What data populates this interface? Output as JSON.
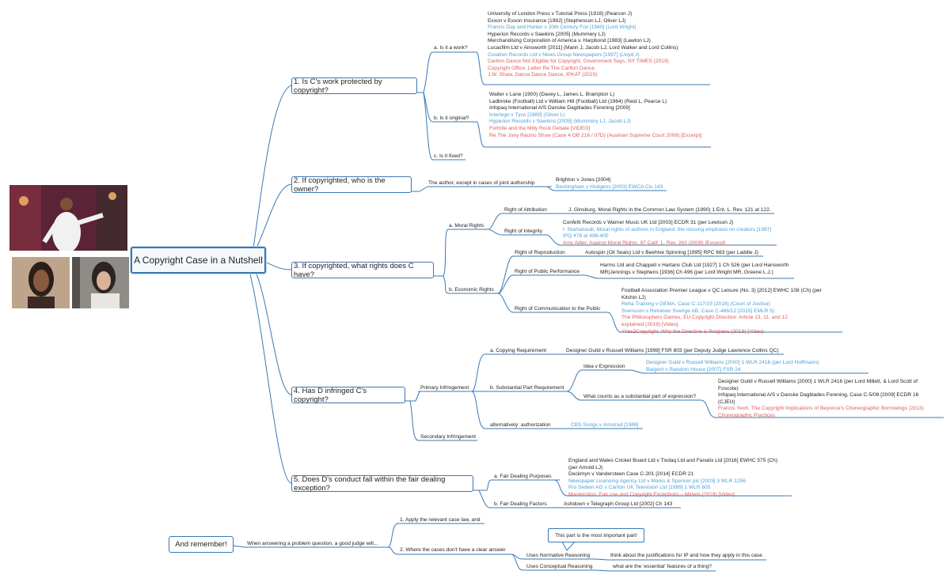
{
  "root": {
    "title": "A Copyright Case in a Nutshell"
  },
  "questions": {
    "q1": "1. Is C's work protected by copyright?",
    "q2": "2. If copyrighted, who is the owner?",
    "q3": "3. If copyrighted, what rights does C have?",
    "q4": "4. Has D infringed C's copyright?",
    "q5": "5. Does D's conduct fall within the fair dealing exception?",
    "remember": "And remember!"
  },
  "q1": {
    "a": "a. Is it a work?",
    "b": "b. Is it original?",
    "c": "c. Is it fixed?",
    "work_cases": [
      {
        "text": "University of London Press v Tutorial Press [1916] (Pearson J)",
        "color": "k"
      },
      {
        "text": "Exxon v Exxon Insurance [1982] (Stephenson LJ, Oliver LJ)",
        "color": "k"
      },
      {
        "text": "Francis Day and Hunter v 20th Century Fox [1940] (Lord Wright)",
        "color": "b"
      },
      {
        "text": "Hyperion Records v Sawkins [2005] (Mummery LJ)",
        "color": "k"
      },
      {
        "text": "Merchandising Corporation of America v. Harpbond [1983] (Lawton LJ)",
        "color": "k"
      },
      {
        "text": "Lucasfilm Ltd v Ainsworth [2011] (Mann J, Jacob LJ, Lord Walker and Lord Collins)",
        "color": "k"
      },
      {
        "text": "Creation Records Ltd v News Group Newspapers [1997] (Lloyd J)",
        "color": "b"
      },
      {
        "text": "Carlton Dance Not Eligible for Copyright, Government Says, NY TIMES (2019)",
        "color": "r"
      },
      {
        "text": "Copyright Office, Letter Re The Carlton Dance",
        "color": "r"
      },
      {
        "text": "J.W. Shaw, Dance Dance Dance, IPKAT (2019)",
        "color": "r"
      }
    ],
    "original_cases": [
      {
        "text": "Walter v Lane (1900) (Davey L, James L, Brampton L)",
        "color": "k"
      },
      {
        "text": "Ladbroke (Football) Ltd v William Hill (Football) Ltd (1964) (Reid L, Pearce L)",
        "color": "k"
      },
      {
        "text": "Infopaq International A/S Danske Dagblades Forening [2009]",
        "color": "k"
      },
      {
        "text": "Interlego v Tyco [1989] (Oliver L)",
        "color": "b"
      },
      {
        "text": "Hyperion Records v Sawkins [2005] (Mummery LJ, Jacob LJ)",
        "color": "b"
      },
      {
        "text": "Fortnite and the Milly Rock Debate [VIDEO]",
        "color": "r"
      },
      {
        "text": "Re The Joey Racino Show (Case 4 OB 216 / 07D) (Austrian Supreme Court 2008) [Excerpt]",
        "color": "r"
      }
    ]
  },
  "q2": {
    "owner": "The author, except in cases of joint authorship",
    "cases": [
      {
        "text": "Brighton v Jones [2004]",
        "color": "k"
      },
      {
        "text": "Beckingham v Hodgens [2003] EWCA Civ 143",
        "color": "b"
      }
    ]
  },
  "q3": {
    "moral": "a. Moral Rights",
    "economic": "b. Economic Rights",
    "attribution": "Right of Attribution",
    "attribution_case": "J. Ginsburg, Moral Rights in the Common Law System (1990) 1 Ent. L. Rev. 121 at 122.",
    "integrity": "Right of Integrity",
    "integrity_cases": [
      {
        "text": "Confetti Records v Warner Music UK Ltd [2003] ECDR 31 (per Lewison J)",
        "color": "k"
      },
      {
        "text": "I. Stamatoudi, Moral rights of authors in England: the missing emphasis on creators [1997]",
        "color": "b"
      },
      {
        "text": "IPQ 478 at 498-400",
        "color": "b"
      },
      {
        "text": "Amy Adler, Against Moral Rights, 97 Calif. L. Rev. 263 (2009) [Excerpt]",
        "color": "r"
      }
    ],
    "reproduction": "Right of Reproduction",
    "reproduction_case": "Autospin (Oil Seals) Ltd v Beehive Spinning [1995] RPC 683 (per Laddie J)",
    "performance": "Right of Public Performance",
    "performance_cases": [
      {
        "text": "Harms Ltd and Chappell v Hartans Club Ltd [1927] 1 Ch 526 (per Lord Hansworth",
        "color": "k"
      },
      {
        "text": "MR)Jennings v Stephens [1936] Ch 496 (per Lord Wright MR, Greene L.J.)",
        "color": "k"
      }
    ],
    "communication": "Right of Communication to the Public",
    "communication_cases": [
      {
        "text": "Football Association Premier League v QC Leisure (No. 3) [2012] EWHC 108 (Ch) (per",
        "color": "k"
      },
      {
        "text": "Kitchin LJ)",
        "color": "k"
      },
      {
        "text": "Reha Training v GEMA, Case C-117/15 (2016) (Court of Justice)",
        "color": "b"
      },
      {
        "text": "Svensson v Retreiver Sverige AB, Case C-466/12 [2015] EMLR 5)",
        "color": "b"
      },
      {
        "text": "The Philosophers Games, EU Copyright Directive: Article 13, 11, and 12",
        "color": "r"
      },
      {
        "text": "   explained (2019) [Video].",
        "color": "r"
      },
      {
        "text": "#Yes2Copyright, Why the Directive is  Progress (2019) [Video]",
        "color": "r"
      }
    ]
  },
  "q4": {
    "primary": "Primary Infringement",
    "secondary": "Secondary Infringement",
    "copying": "a. Copying Requirement",
    "copying_case": "Designer Guild v Russell Williams [1998] FSR 803 (per Deputy Judge Lawrence Collins QC)",
    "substantial": "b. Substantial Part Requirement",
    "idea": "Idea v Expression",
    "idea_cases": [
      {
        "text": "Designer Guild v Russell Williams [2000] 1 WLR 2416 (per Lord Hoffmann)",
        "color": "b"
      },
      {
        "text": "Baigent v Random House [2007] FSR 24",
        "color": "b"
      }
    ],
    "what_counts": "What counts as a substantial part of expression?",
    "what_counts_cases": [
      {
        "text": "Designer Guild v Russell Williams [2000] 1 WLR 2416 (per Lord Millett, & Lord Scott of",
        "color": "k"
      },
      {
        "text": "Foscote)",
        "color": "k"
      },
      {
        "text": "Infopaq International A/S v Danske Dagblades Forening, Case C-5/08 [2009] ECDR 16",
        "color": "k"
      },
      {
        "text": "(CJEU)",
        "color": "k"
      },
      {
        "text": "Francis Yeoh, The Copyright Implications of Beyonce's Choreographic Borrowings (2013)",
        "color": "r"
      },
      {
        "text": "Choreographic Practices",
        "color": "r"
      }
    ],
    "alternatively": "alternatively: authorization",
    "alternatively_case": "CBS Songs v Amstrad [1988]"
  },
  "q5": {
    "purposes": "a. Fair Dealing Purposes",
    "purposes_cases": [
      {
        "text": "England and Wales Cricket Board Ltd v Tixdaq Ltd and Fanatix Ltd [2016] EWHC 575 (Ch)",
        "color": "k"
      },
      {
        "text": "(per Arnold LJ)",
        "color": "k"
      },
      {
        "text": "Deckmyn v Vandersteen Case C-201 [2014] ECDR 21",
        "color": "k"
      },
      {
        "text": "Newspaper Licensing Agency Ltd v Marks & Spencer plc [2003] 3 WLR 1256",
        "color": "b"
      },
      {
        "text": "Pro Sieben AG v Carlton UK Television Ltd [1999] 1 WLR 605",
        "color": "b"
      },
      {
        "text": "Masterclass: Fair use and Copyright Exceptions – Midem (2019) [Video]",
        "color": "r"
      }
    ],
    "factors": "b. Fair Dealing Factors",
    "factors_case": "Ashdown v Telegraph Group Ltd [2002] Ch 143"
  },
  "remember": {
    "intro": "When answering a problem question, a good judge will...",
    "step1": "1. Apply the relevant case law, and",
    "step2": "2. Where the cases don't have a clear answer",
    "normative": "Uses Normative Reasoning",
    "normative_desc": "think about the justifications for IP and how they apply in this case",
    "conceptual": "Uses Conceptual Reasoning",
    "conceptual_desc": "what are the 'essential' features of a thing?",
    "callout": "This part is the most important part!"
  },
  "colors": {
    "line": "#3a78b5",
    "black": "#1e1e1e",
    "blue": "#4a9fd8",
    "red": "#e05a5a"
  }
}
